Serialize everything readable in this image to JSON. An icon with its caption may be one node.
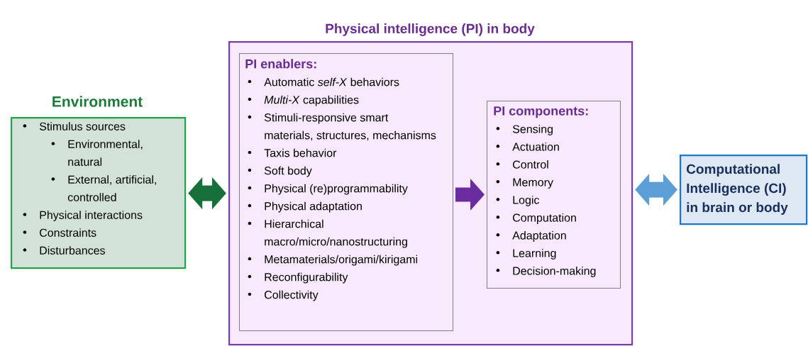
{
  "diagram": {
    "nodes": [
      {
        "text": [
          "Environment",
          "Stimulus sources",
          "Environmental, natural",
          "External, artificial, controlled",
          "Physical interactions",
          "Constraints",
          "Disturbances"
        ]
      },
      {
        "text": [
          "Physical intelligence (PI) in body"
        ]
      },
      {
        "text": [
          "PI enablers:",
          "Automatic *self-X* behaviors",
          "*Multi-X* capabilities",
          "Stimuli-responsive smart materials, structures, mechanisms",
          "Taxis behavior",
          "Soft body",
          "Physical (re)programmability",
          "Physical adaptation",
          "Hierarchical macro/micro/nanostructuring",
          "Metamaterials/origami/kirigami",
          "Reconfigurability",
          "Collectivity"
        ],
        "in": 1
      },
      {
        "text": [
          "PI components:",
          "Sensing",
          "Actuation",
          "Control",
          "Memory",
          "Logic",
          "Computation",
          "Adaptation",
          "Learning",
          "Decision-making"
        ],
        "in": 1
      },
      {
        "text": [
          "Computational Intelligence (CI) in brain or body"
        ]
      }
    ],
    "edges": [
      {
        "from": 0,
        "to": 1,
        "arrow": "both",
        "color": "#17703a"
      },
      {
        "from": 2,
        "to": 3,
        "arrow": "to",
        "color": "#6a2c9e"
      },
      {
        "from": 1,
        "to": 4,
        "arrow": "both",
        "color": "#5b9fd6"
      }
    ]
  }
}
